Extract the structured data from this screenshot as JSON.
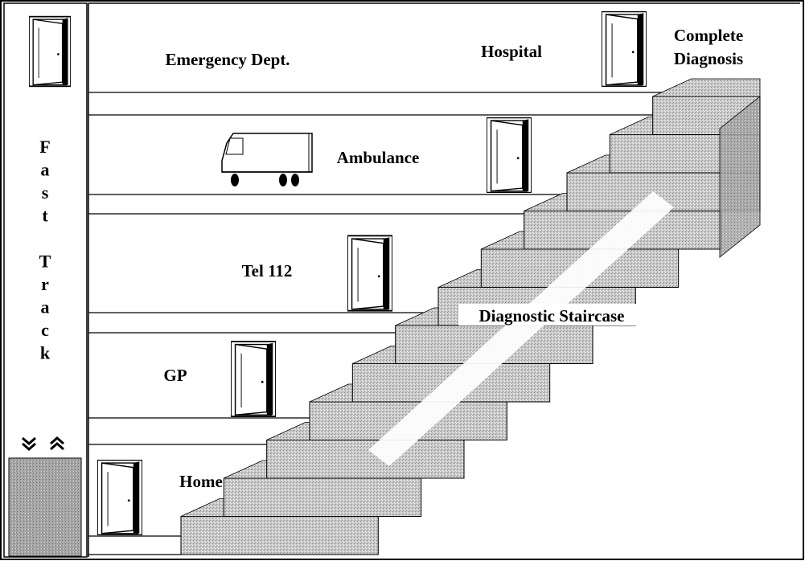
{
  "sidebar": {
    "label_lines": [
      "F",
      "a",
      "s",
      "t",
      "",
      "T",
      "r",
      "a",
      "c",
      "k"
    ],
    "arrow_down": "≫",
    "arrow_up": "≫"
  },
  "floors": {
    "emergency": "Emergency Dept.",
    "hospital": "Hospital",
    "diagnosis_line1": "Complete",
    "diagnosis_line2": "Diagnosis",
    "ambulance": "Ambulance",
    "tel": "Tel 112",
    "gp": "GP",
    "home": "Home"
  },
  "staircase": {
    "label": "Diagnostic Staircase",
    "steps": 12
  },
  "icons": {
    "door": "door-icon",
    "ambulance": "ambulance-icon",
    "chevron_down": "chevron-down-icon",
    "chevron_up": "chevron-up-icon"
  },
  "colors": {
    "stair_fill": "#c9c9c9",
    "stair_dark": "#9a9a9a",
    "line": "#000000"
  }
}
